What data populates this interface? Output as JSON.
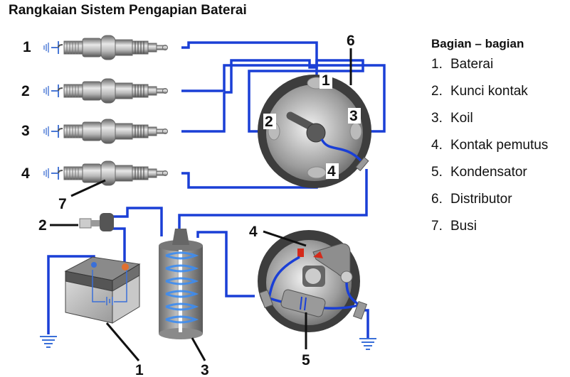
{
  "title": "Rangkaian Sistem Pengapian Baterai",
  "legend": {
    "heading": "Bagian – bagian",
    "items": [
      {
        "num": "1.",
        "label": "Baterai"
      },
      {
        "num": "2.",
        "label": "Kunci kontak"
      },
      {
        "num": "3.",
        "label": "Koil"
      },
      {
        "num": "4.",
        "label": "Kontak pemutus"
      },
      {
        "num": "5.",
        "label": "Kondensator"
      },
      {
        "num": "6.",
        "label": "Distributor"
      },
      {
        "num": "7.",
        "label": "Busi"
      }
    ]
  },
  "diagram": {
    "spark_plug_numbers": [
      "1",
      "2",
      "3",
      "4"
    ],
    "distributor_terminal_numbers": [
      "1",
      "2",
      "3",
      "4"
    ],
    "callouts": {
      "battery": "1",
      "ignition_key": "2",
      "coil": "3",
      "breaker_points": "4",
      "condenser": "5",
      "distributor": "6",
      "spark_plug": "7"
    },
    "colors": {
      "wire": "#1a3fd6",
      "metal": "#a9a9a9",
      "dark_metal": "#4a4a4a",
      "ground": "#3a6fd8",
      "contact_red": "#d42a1a"
    }
  }
}
